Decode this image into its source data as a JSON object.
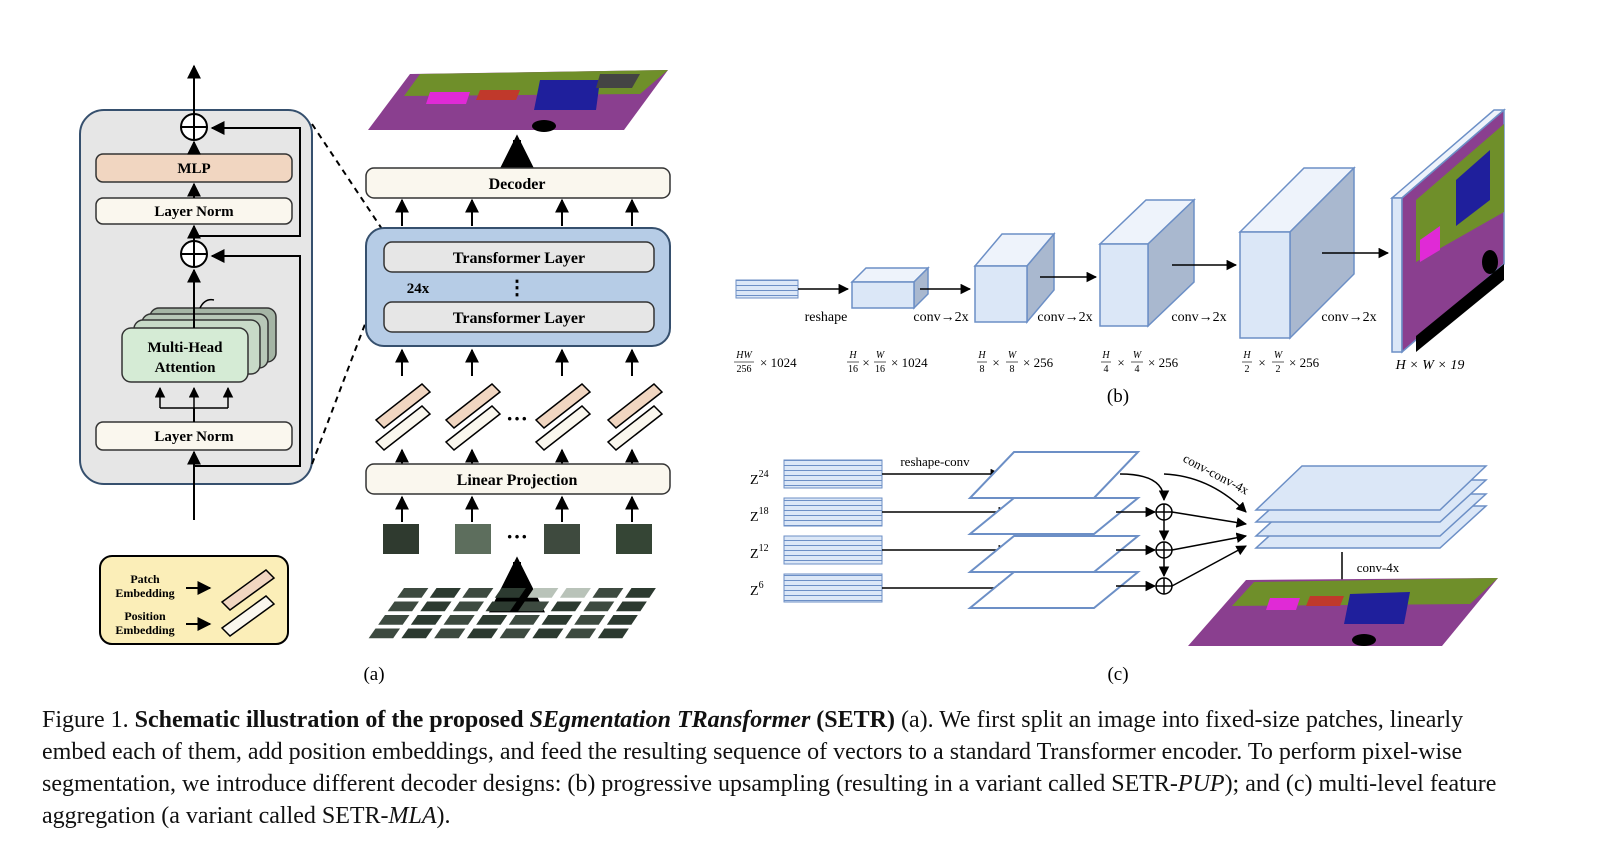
{
  "panel_a": {
    "encoder_block": {
      "mlp": "MLP",
      "layer_norm_top": "Layer Norm",
      "attention_line1": "Multi-Head",
      "attention_line2": "Attention",
      "layer_norm_bottom": "Layer Norm"
    },
    "legend": {
      "patch_line1": "Patch",
      "patch_line2": "Embedding",
      "position_line1": "Position",
      "position_line2": "Embedding"
    },
    "pipeline": {
      "decoder": "Decoder",
      "transformer_layer_top": "Transformer Layer",
      "transformer_layer_bottom": "Transformer Layer",
      "repeat": "24x",
      "vertical_dots": "⋮",
      "linear_projection": "Linear Projection",
      "embedding_ellipsis": "···",
      "patch_ellipsis": "···"
    },
    "label": "(a)"
  },
  "panel_b": {
    "ops": {
      "reshape": "reshape",
      "conv1": "conv→2x",
      "conv2": "conv→2x",
      "conv3": "conv→2x",
      "conv4": "conv→2x"
    },
    "dims": {
      "d0_num": "HW",
      "d0_den": "256",
      "d0_rest": "× 1024",
      "d1_h_num": "H",
      "d1_h_den": "16",
      "d1_w_num": "W",
      "d1_w_den": "16",
      "d1_rest": "× 1024",
      "d2_h_num": "H",
      "d2_h_den": "8",
      "d2_w_num": "W",
      "d2_w_den": "8",
      "d2_rest": "× 256",
      "d3_h_num": "H",
      "d3_h_den": "4",
      "d3_w_num": "W",
      "d3_w_den": "4",
      "d3_rest": "× 256",
      "d4_h_num": "H",
      "d4_h_den": "2",
      "d4_w_num": "W",
      "d4_w_den": "2",
      "d4_rest": "× 256",
      "d5": "H × W × 19"
    },
    "label": "(b)"
  },
  "panel_c": {
    "z24": "Z",
    "z24_sup": "24",
    "z18": "Z",
    "z18_sup": "18",
    "z12": "Z",
    "z12_sup": "12",
    "z6": "Z",
    "z6_sup": "6",
    "reshape_conv": "reshape-conv",
    "conv_conv_4x": "conv-conv-4x",
    "conv_4x": "conv-4x",
    "label": "(c)"
  },
  "caption": {
    "prefix": "Figure 1. ",
    "bold1": "Schematic illustration of the proposed ",
    "bold_italic": "SEgmentation TRansformer",
    "bold2": " (SETR)",
    "body1": " (a). We first split an image into fixed-size patches, linearly embed each of them, add position embeddings, and feed the resulting sequence of vectors to a standard Transformer encoder. To perform pixel-wise segmentation, we introduce different decoder designs: (b) progressive upsampling (resulting in a variant called SETR-",
    "italic1": "PUP",
    "body2": "); and (c) multi-level feature aggregation (a variant called SETR-",
    "italic2": "MLA",
    "body3": ")."
  },
  "colors": {
    "mlp_fill": "#f1d6c1",
    "attention_fill": "#d5ebd5",
    "encoder_bg": "#e6e6e6",
    "transformer_bg": "#b6cce6",
    "legend_bg": "#fbeeb8",
    "block_fill": "#faf7ee",
    "cuboid_blue": "#dbe7f7",
    "cuboid_edge": "#6c8fc6",
    "seg_purple": "#8a3f8f",
    "seg_green": "#6f8f2a",
    "seg_blue": "#1f1f9c"
  }
}
